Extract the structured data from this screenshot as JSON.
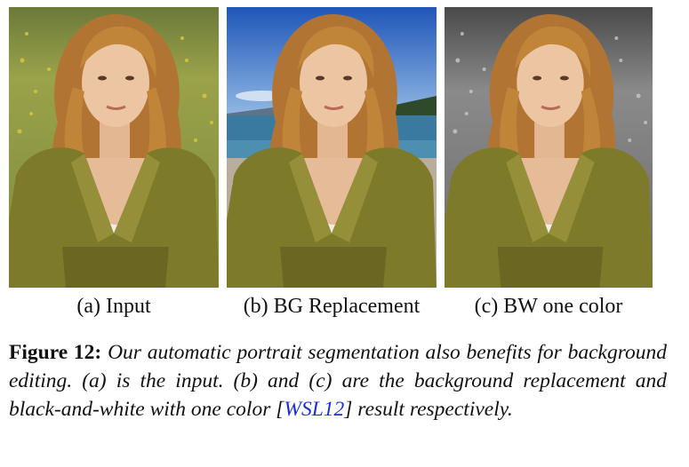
{
  "panels": [
    {
      "id": "a",
      "caption": "(a) Input"
    },
    {
      "id": "b",
      "caption": "(b) BG Replacement"
    },
    {
      "id": "c",
      "caption": "(c) BW one color"
    }
  ],
  "figure": {
    "label": "Figure 12:",
    "text_1": "Our automatic portrait segmentation also benefits for background editing. (a) is the input. (b) and (c) are the background replacement and black-and-white with one color [",
    "citation": "WSL12",
    "text_2": "] result respectively."
  },
  "colors": {
    "hair": "#b8782e",
    "skin": "#e9c3a0",
    "top": "#7d7a2a",
    "citation": "#1a2fd8"
  }
}
